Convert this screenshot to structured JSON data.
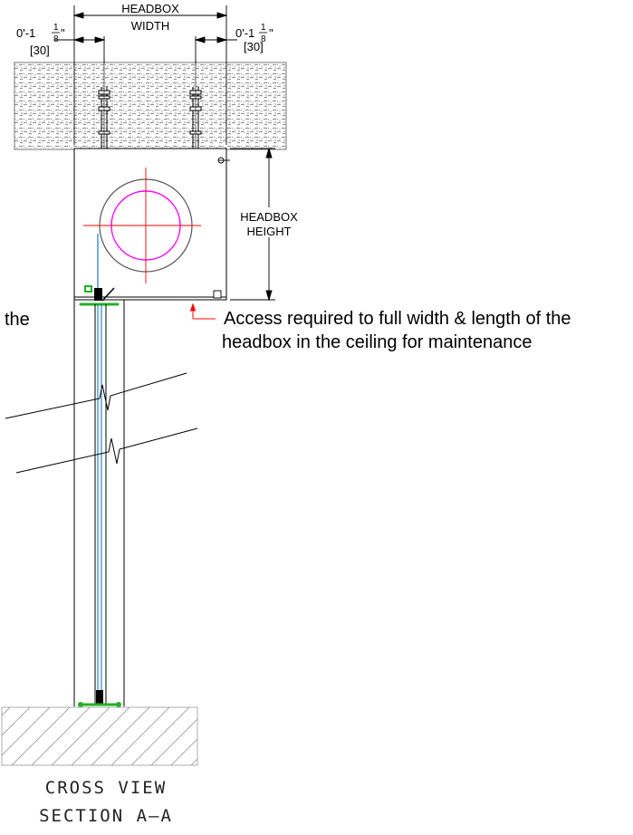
{
  "headbox_width_label": [
    "HEADBOX",
    "WIDTH"
  ],
  "headbox_height_label": [
    "HEADBOX",
    "HEIGHT"
  ],
  "offset_left": {
    "whole": "0'-1",
    "num": "1",
    "den": "8",
    "inch": "\"",
    "metric": "[30]"
  },
  "offset_right": {
    "whole": "0'-1",
    "num": "1",
    "den": "8",
    "inch": "\"",
    "metric": "[30]"
  },
  "left_note_fragment": "the",
  "access_note": [
    "Access required to full width & length of the",
    "headbox in the ceiling for maintenance"
  ],
  "title": [
    "CROSS VIEW",
    "SECTION A—A"
  ],
  "colors": {
    "line": "#000000",
    "circle": "#ff00ff",
    "crosshair": "#ff0000",
    "rail": "#0070c0",
    "clip": "#22b022",
    "hatch": "#999999",
    "concrete": "#777777"
  }
}
